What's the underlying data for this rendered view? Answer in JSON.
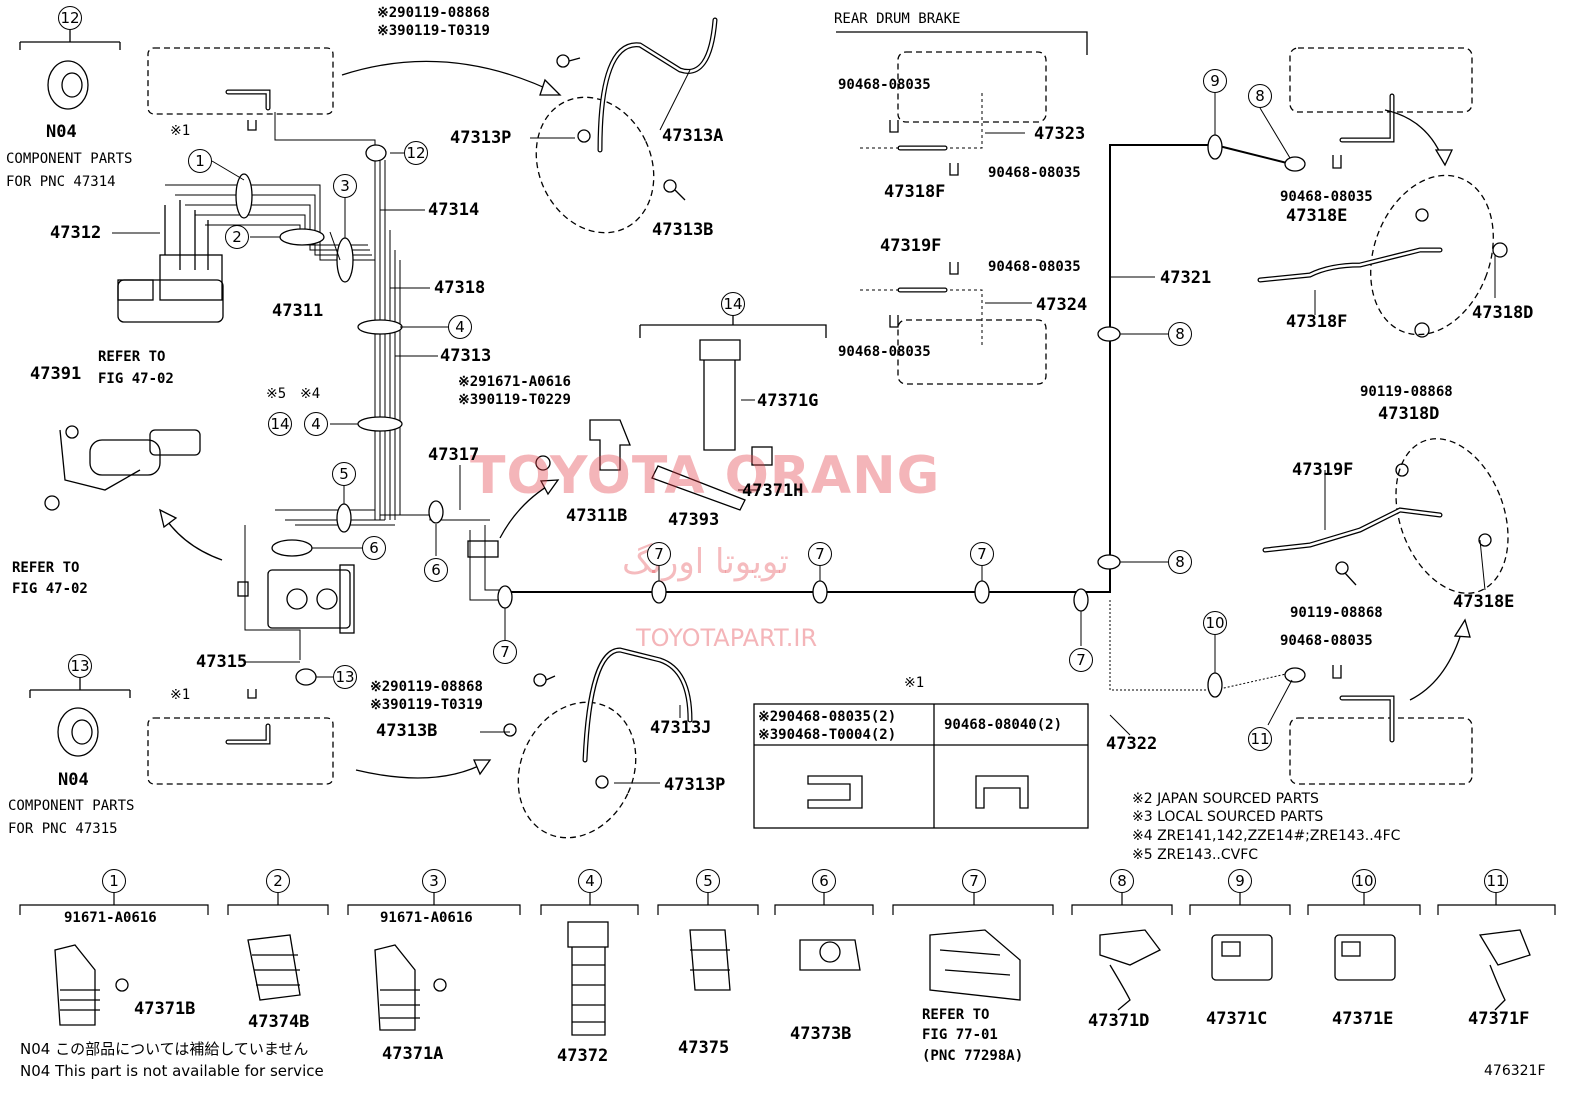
{
  "header": {
    "rear_drum_brake": "REAR DRUM BRAKE"
  },
  "component_parts": {
    "top": {
      "circle": "12",
      "label": "N04",
      "line1": "COMPONENT PARTS",
      "line2": "FOR PNC 47314"
    },
    "bottom": {
      "circle": "13",
      "label": "N04",
      "line1": "COMPONENT PARTS",
      "line2": "FOR PNC 47315"
    }
  },
  "parts": {
    "p47312": "47312",
    "p47311": "47311",
    "p47314": "47314",
    "p47318": "47318",
    "p47313": "47313",
    "p47391": "47391",
    "p47315": "47315",
    "p47317": "47317",
    "p47311B": "47311B",
    "p47393": "47393",
    "p47371G": "47371G",
    "p47371H": "47371H",
    "p47313P_top": "47313P",
    "p47313A": "47313A",
    "p47313B_top": "47313B",
    "p47313B_bot": "47313B",
    "p47313J": "47313J",
    "p47313P_bot": "47313P",
    "p47323": "47323",
    "p47318F_top": "47318F",
    "p47319F_top": "47319F",
    "p47324": "47324",
    "p47321": "47321",
    "p47322": "47322",
    "p47318E_top": "47318E",
    "p47318F_right": "47318F",
    "p47318D_right": "47318D",
    "p47318D_mid": "47318D",
    "p47319F_right": "47319F",
    "p47318E_bot": "47318E",
    "bolt_top1": "※290119-08868",
    "bolt_top2": "※390119-T0319",
    "bolt_bot1": "※290119-08868",
    "bolt_bot2": "※390119-T0319",
    "clip_mid1": "※291671-A0616",
    "clip_mid2": "※390119-T0229",
    "n90468_a": "90468-08035",
    "n90468_b": "90468-08035",
    "n90468_c": "90468-08035",
    "n90468_d": "90468-08035",
    "n90468_e": "90468-08035",
    "n90468_f": "90468-08035",
    "n90119_a": "90119-08868",
    "n90119_b": "90119-08868",
    "mark1_top": "※1",
    "mark1_bot": "※1",
    "refer_top1": "REFER TO",
    "refer_top2": "FIG 47-02",
    "refer_left1": "REFER TO",
    "refer_left2": "FIG 47-02",
    "mark5": "※5",
    "mark4": "※4"
  },
  "table": {
    "title": "※1",
    "col1_line1": "※290468-08035(2)",
    "col1_line2": "※390468-T0004(2)",
    "col2": "90468-08040(2)"
  },
  "notes": [
    "※2 JAPAN SOURCED PARTS",
    "※3 LOCAL SOURCED PARTS",
    "※4 ZRE141,142,ZZE14#;ZRE143..4FC",
    "※5 ZRE143..CVFC"
  ],
  "legend": [
    {
      "num": "1",
      "sub": "91671-A0616",
      "part": "47371B"
    },
    {
      "num": "2",
      "sub": "",
      "part": "47374B"
    },
    {
      "num": "3",
      "sub": "91671-A0616",
      "part": "47371A"
    },
    {
      "num": "4",
      "sub": "",
      "part": "47372"
    },
    {
      "num": "5",
      "sub": "",
      "part": "47375"
    },
    {
      "num": "6",
      "sub": "",
      "part": "47373B"
    },
    {
      "num": "7",
      "sub": "",
      "part": "REFER TO",
      "part2": "FIG 77-01",
      "part3": "(PNC 77298A)"
    },
    {
      "num": "8",
      "sub": "",
      "part": "47371D"
    },
    {
      "num": "9",
      "sub": "",
      "part": "47371C"
    },
    {
      "num": "10",
      "sub": "",
      "part": "47371E"
    },
    {
      "num": "11",
      "sub": "",
      "part": "47371F"
    }
  ],
  "footnote_jp": "N04 この部品については補給していません",
  "footnote_en": "N04 This part is not available for service",
  "figure_id": "476321F",
  "watermark": {
    "en": "TOYOTA ORANG",
    "fa": "تویوتا اورنگ",
    "url": "TOYOTAPART.IR"
  },
  "callouts": {
    "c1": "1",
    "c2": "2",
    "c3": "3",
    "c4a": "4",
    "c4b": "4",
    "c5": "5",
    "c6": "6",
    "c7a": "7",
    "c7b": "7",
    "c7c": "7",
    "c7d": "7",
    "c7e": "7",
    "c8a": "8",
    "c8b": "8",
    "c9": "9",
    "c8c": "8",
    "c10": "10",
    "c11": "11",
    "c12": "12",
    "c13": "13",
    "c14a": "14",
    "c14b": "14"
  },
  "colors": {
    "line": "#000000",
    "watermark": "#e23c46",
    "dashed": "#000000"
  }
}
